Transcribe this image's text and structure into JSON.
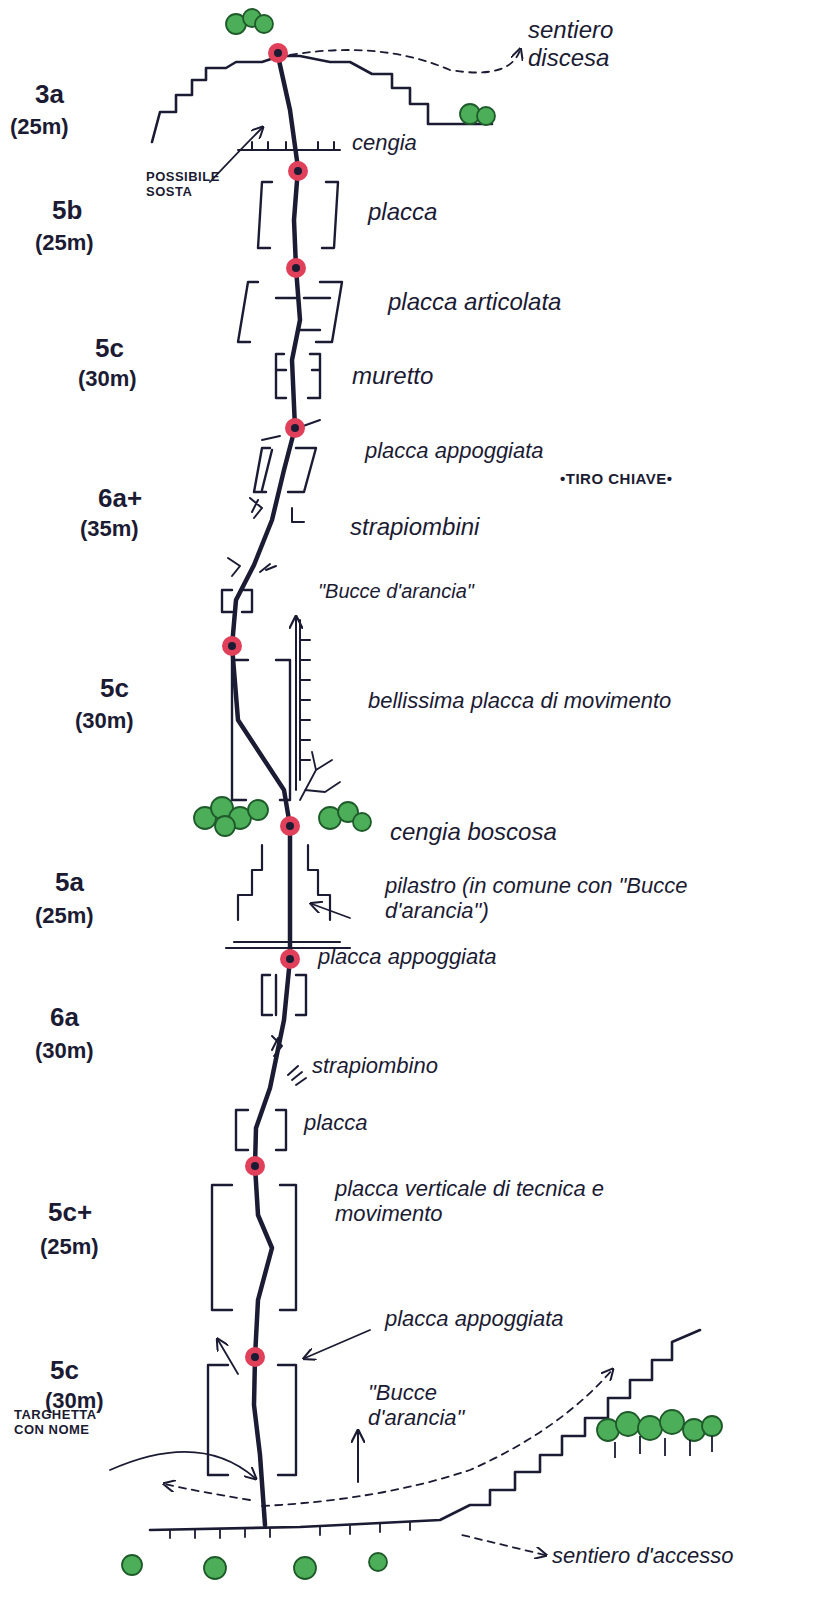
{
  "diagram": {
    "labels": [
      "sentiero discesa",
      "3a",
      "(25m)",
      "cengia",
      "POSSIBILE SOSTA",
      "5b",
      "(25m)",
      "placca",
      "placca articolata",
      "5c",
      "(30m)",
      "muretto",
      "placca appoggiata",
      "6a+",
      "(35m)",
      "•TIRO CHIAVE•",
      "strapiombini",
      "\"Bucce d'arancia\"",
      "5c",
      "(30m)",
      "bellissima placca di movimento",
      "cengia boscosa",
      "5a",
      "(25m)",
      "pilastro (in comune con \"Bucce d'arancia\")",
      "placca appoggiata",
      "6a",
      "(30m)",
      "strapiombino",
      "placca",
      "5c+",
      "(25m)",
      "placca verticale di tecnica e movimento",
      "placca appoggiata",
      "5c",
      "(30m)",
      "\"Bucce d'arancia\"",
      "TARGHETTA CON NOME",
      "sentiero d'accesso"
    ]
  }
}
